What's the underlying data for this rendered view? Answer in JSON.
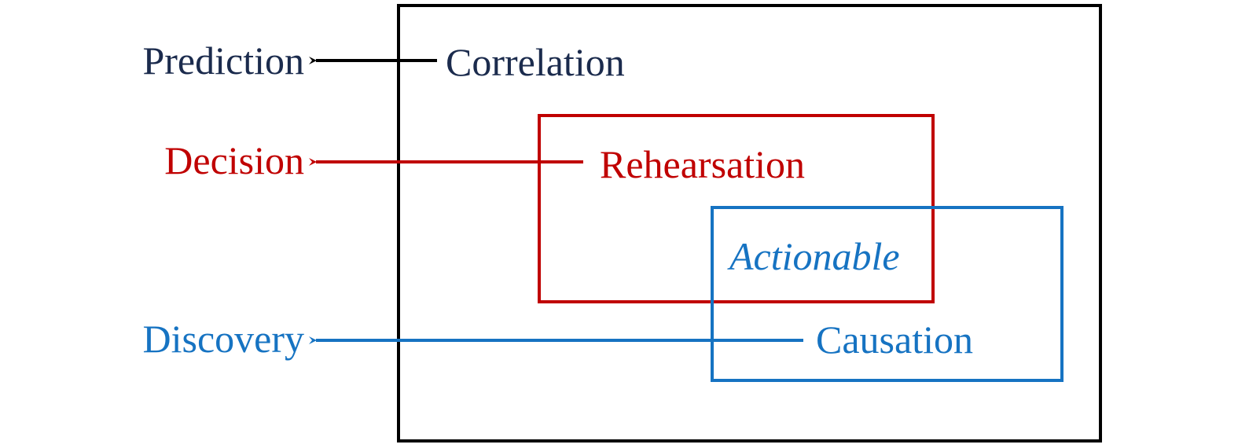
{
  "colors": {
    "navy": "#1b2b4d",
    "black": "#000000",
    "red": "#c00000",
    "blue": "#1673c2"
  },
  "outputs": {
    "prediction": "Prediction",
    "decision": "Decision",
    "discovery": "Discovery"
  },
  "regions": {
    "correlation": "Correlation",
    "rehearsation": "Rehearsation",
    "actionable": "Actionable",
    "causation": "Causation"
  }
}
